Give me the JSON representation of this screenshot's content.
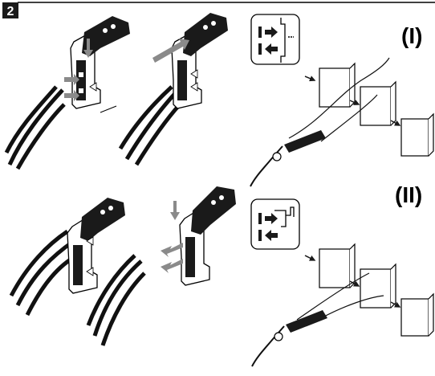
{
  "step_number": "2",
  "mode_labels": {
    "mode_1": "(I)",
    "mode_2": "(II)"
  },
  "colors": {
    "ink": "#1a1a1a",
    "grey_arrow": "#8a8a8a",
    "line": "#000000",
    "background": "#ffffff"
  },
  "icons": {
    "mode_1": [
      "input-arrow-icon",
      "output-arrow-icon",
      "single-tap-connector-icon"
    ],
    "mode_2": [
      "input-arrow-icon",
      "output-arrow-icon",
      "stacked-connector-icon"
    ]
  }
}
